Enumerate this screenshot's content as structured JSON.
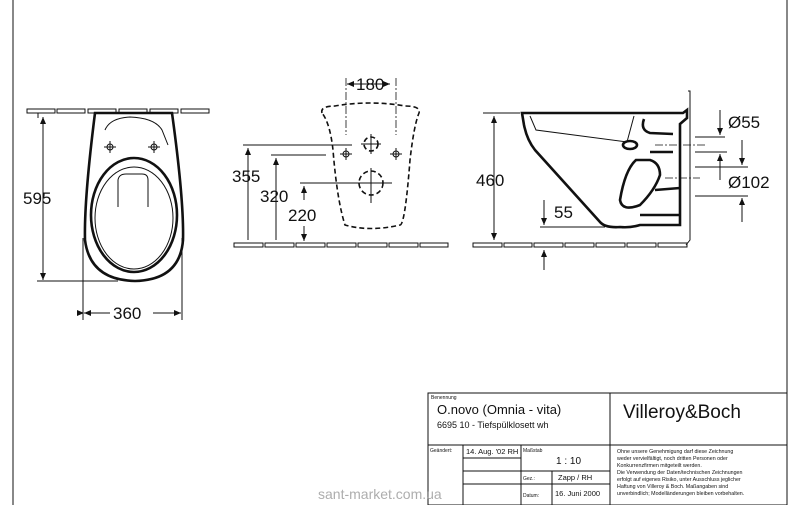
{
  "drawing": {
    "front_view": {
      "height_dim": "595",
      "width_dim": "360"
    },
    "wall_view": {
      "top_dim": "180",
      "dim_a": "355",
      "dim_b": "320",
      "dim_c": "220"
    },
    "side_view": {
      "height_dim": "460",
      "offset_dim": "55",
      "inlet_dim": "Ø55",
      "outlet_dim": "Ø102"
    }
  },
  "title_block": {
    "label_name": "Benennung",
    "product_name": "O.novo (Omnia - vita)",
    "product_code": "6695 10 - Tiefspülklosett wh",
    "brand": "Villeroy&Boch",
    "label_changed": "Geändert:",
    "changed_value": "14. Aug. '02 RH",
    "label_scale": "Maßstab",
    "scale_value": "1 : 10",
    "label_drawn": "Gez.:",
    "drawn_value": "Zapp / RH",
    "label_date": "Datum:",
    "date_value": "16. Juni 2000",
    "notice_lines": [
      "Ohne unsere Genehmigung darf diese Zeichnung",
      "weder vervielfältigt, noch dritten Personen oder",
      "Konkurrenzfirmen mitgeteilt werden.",
      "Die Verwendung der Daten/technischen Zeichnungen",
      "erfolgt auf eigenes Risiko, unter Ausschluss jeglicher",
      "Haftung von Villeroy & Boch. Maßangaben sind",
      "unverbindlich; Modelländerungen bleiben vorbehalten."
    ]
  },
  "watermark": "sant-market.com.ua"
}
